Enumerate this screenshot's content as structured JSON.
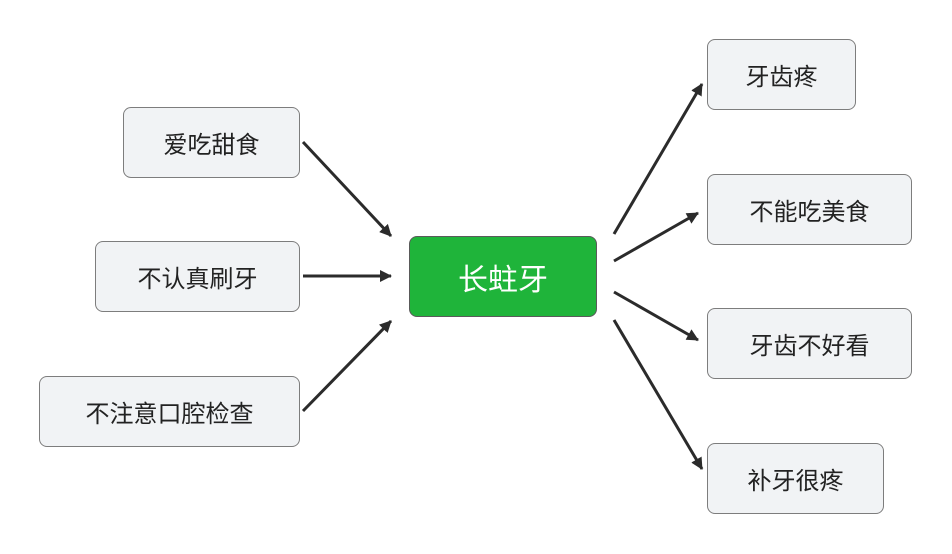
{
  "center": {
    "label": "长蛀牙",
    "color": "#1fb43a"
  },
  "causes": [
    {
      "label": "爱吃甜食"
    },
    {
      "label": "不认真刷牙"
    },
    {
      "label": "不注意口腔检查"
    }
  ],
  "effects": [
    {
      "label": "牙齿疼"
    },
    {
      "label": "不能吃美食"
    },
    {
      "label": "牙齿不好看"
    },
    {
      "label": "补牙很疼"
    }
  ],
  "colors": {
    "node_fill": "#f1f3f5",
    "node_border": "#7d7d7d",
    "arrow": "#2b2b2b",
    "center_text": "#ffffff"
  }
}
